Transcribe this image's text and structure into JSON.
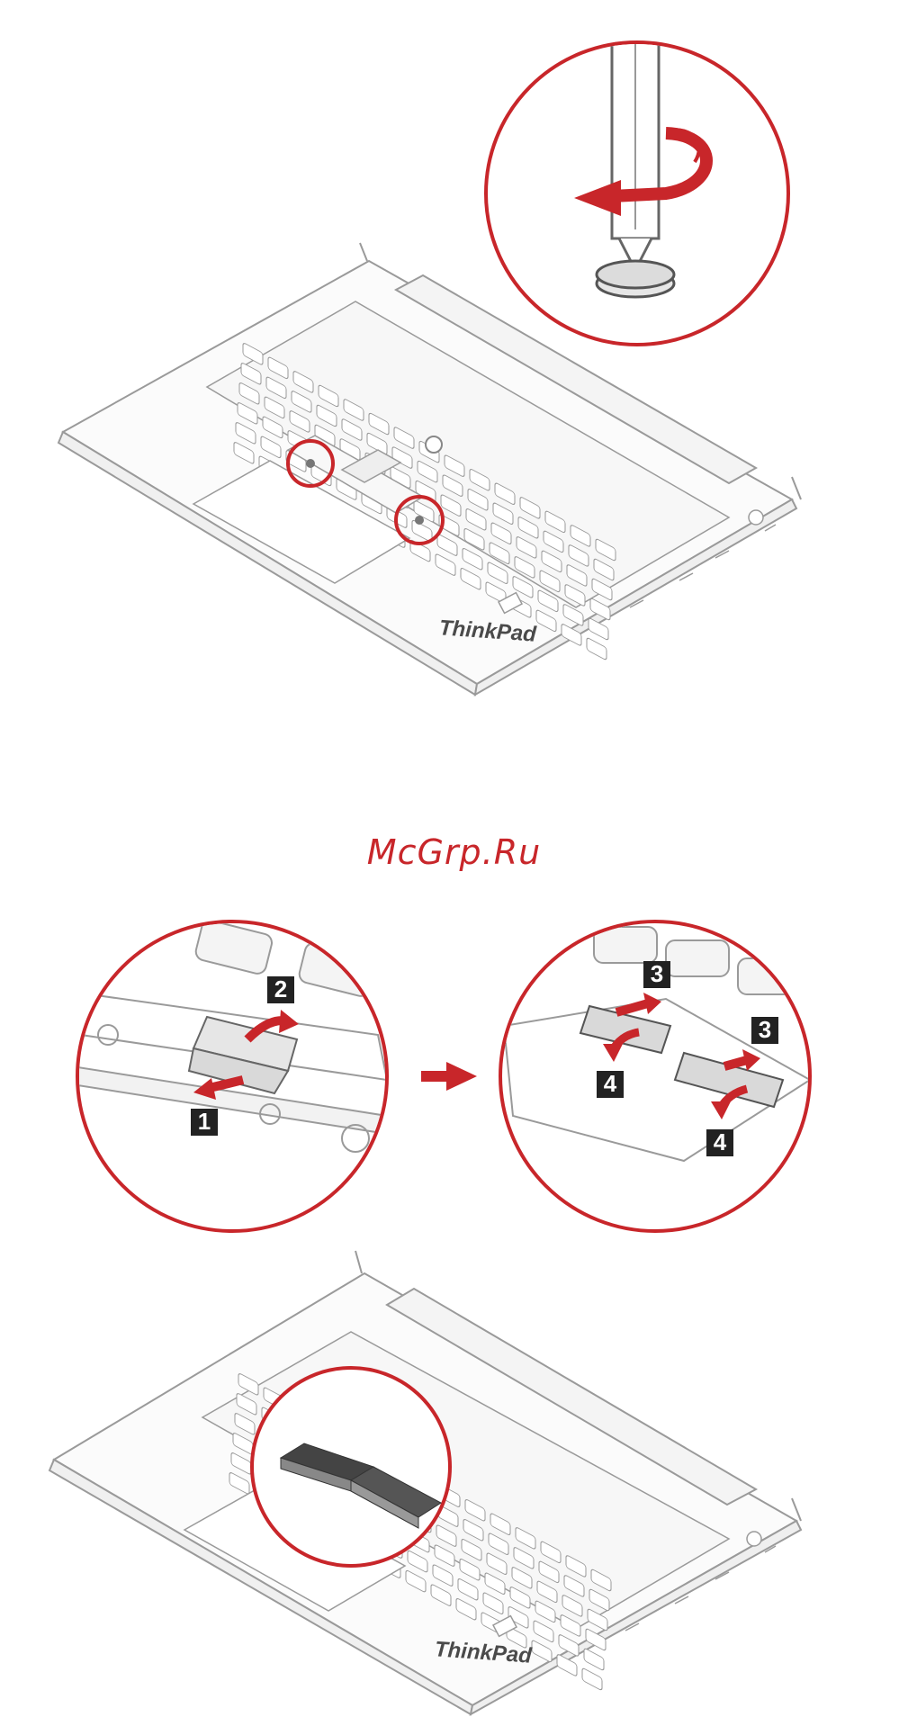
{
  "watermark": {
    "text": "McGrp.Ru"
  },
  "figure_top": {
    "brand_label": "ThinkPad"
  },
  "figure_bottom": {
    "brand_label": "ThinkPad",
    "step_badges": {
      "b1": "1",
      "b2": "2",
      "b3a": "3",
      "b3b": "3",
      "b4a": "4",
      "b4b": "4"
    }
  },
  "colors": {
    "accent_red": "#c8262a",
    "line": "#9a9a9a",
    "badge_bg": "#222222"
  }
}
